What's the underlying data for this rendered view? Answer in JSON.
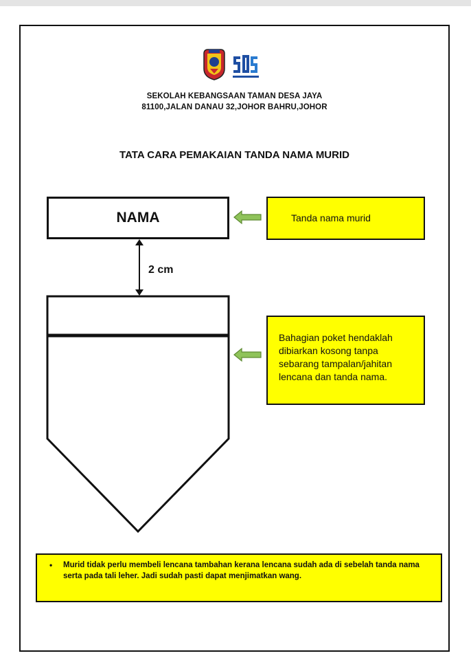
{
  "school": {
    "name": "SEKOLAH KEBANGSAAN TAMAN DESA JAYA",
    "address": "81100,JALAN DANAU 32,JOHOR BAHRU,JOHOR",
    "logo_left_icon": "school-crest-icon",
    "logo_right_icon": "ministry-logo-icon"
  },
  "document": {
    "title": "TATA CARA PEMAKAIAN TANDA NAMA MURID"
  },
  "diagram": {
    "name_tag_label": "NAMA",
    "spacing_label": "2 cm",
    "callout_name_tag": "Tanda nama murid",
    "callout_pocket": "Bahagian poket hendaklah dibiarkan kosong tanpa sebarang tampalan/jahitan lencana dan tanda nama.",
    "arrow_color": "#8fc35a",
    "highlight_color": "#ffff00"
  },
  "note": {
    "bullet": "•",
    "text": "Murid tidak perlu membeli lencana tambahan kerana lencana sudah ada di sebelah tanda nama serta pada tali leher. Jadi sudah pasti dapat  menjimatkan wang."
  }
}
